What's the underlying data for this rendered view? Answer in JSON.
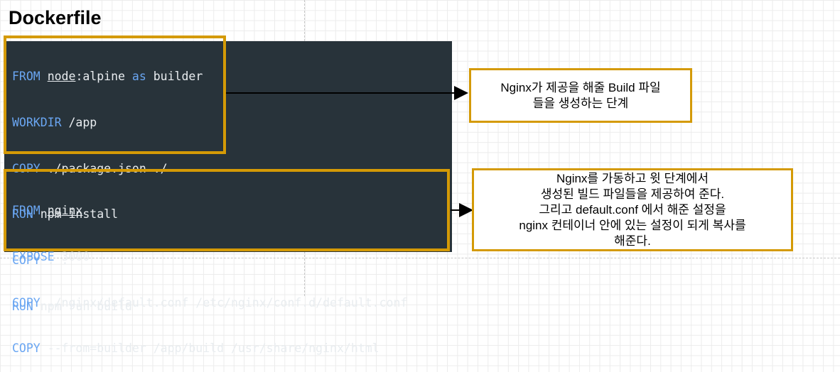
{
  "title": "Dockerfile",
  "colors": {
    "code_background": "#28333a",
    "highlight_border": "#d49a06",
    "keyword": "#6aa6f2",
    "code_text": "#e9edf0"
  },
  "builder_stage": {
    "lines": [
      {
        "kw": "FROM",
        "rest": "node:alpine as builder"
      },
      {
        "kw": "WORKDIR",
        "rest": "/app"
      },
      {
        "kw": "COPY",
        "rest": "./package.json ./"
      },
      {
        "kw": "RUN",
        "rest": "npm install"
      },
      {
        "kw": "COPY",
        "rest": ". ."
      },
      {
        "kw": "RUN",
        "rest": "npm run build"
      }
    ]
  },
  "run_stage": {
    "lines": [
      {
        "kw": "FROM",
        "rest": "nginx"
      },
      {
        "kw": "EXPOSE",
        "rest": "3000"
      },
      {
        "kw": "COPY",
        "rest": "./nginx/default.conf /etc/nginx/conf.d/default.conf"
      },
      {
        "kw": "COPY",
        "rest": "--from=builder /app/build /usr/share/nginx/html"
      }
    ]
  },
  "notes": {
    "builder": [
      "Nginx가 제공을 해줄 Build 파일",
      "들을 생성하는 단계"
    ],
    "run": [
      "Nginx를 가동하고 윗 단계에서",
      "생성된 빌드 파일들을 제공하여 준다.",
      "그리고 default.conf 에서 해준 설정을",
      "nginx 컨테이너 안에 있는 설정이 되게 복사를",
      "해준다."
    ]
  }
}
